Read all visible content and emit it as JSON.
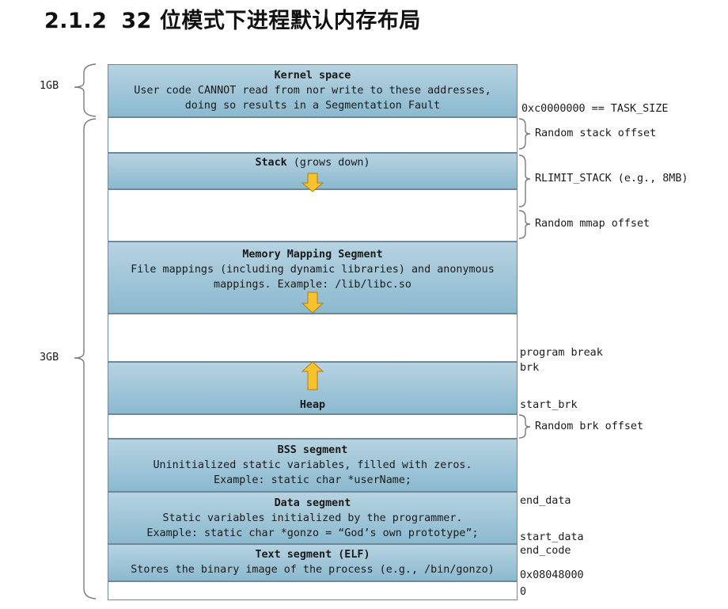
{
  "title": {
    "number": "2.1.2",
    "text": "32 位模式下进程默认内存布局"
  },
  "left_labels": {
    "kernel_size": "1GB",
    "user_size": "3GB"
  },
  "segments": {
    "kernel": {
      "heading": "Kernel space",
      "line1": "User code CANNOT read from nor write to these addresses,",
      "line2": "doing so results in a Segmentation Fault"
    },
    "stack": {
      "heading": "Stack",
      "note": " (grows down)"
    },
    "mmap": {
      "heading": "Memory Mapping Segment",
      "line1": "File mappings (including dynamic libraries) and anonymous",
      "line2": "mappings. Example: /lib/libc.so"
    },
    "heap": {
      "heading": "Heap"
    },
    "bss": {
      "heading": "BSS segment",
      "line1": "Uninitialized static variables, filled with zeros.",
      "line2": "Example: static char *userName;"
    },
    "data": {
      "heading": "Data segment",
      "line1": "Static variables initialized by the programmer.",
      "line2": "Example: static char *gonzo = “God’s own prototype”;"
    },
    "text": {
      "heading": "Text segment (ELF)",
      "line1": "Stores the binary image of the process (e.g., /bin/gonzo)"
    }
  },
  "right_labels": {
    "task_size": "0xc0000000 == TASK_SIZE",
    "random_stack": "Random stack offset",
    "rlimit_stack": "RLIMIT_STACK (e.g., 8MB)",
    "random_mmap": "Random mmap offset",
    "program_break": "program break",
    "brk": "brk",
    "start_brk": "start_brk",
    "random_brk": "Random brk offset",
    "end_data": "end_data",
    "start_data": "start_data",
    "end_code": "end_code",
    "text_start": "0x08048000",
    "zero": "0"
  },
  "colors": {
    "segment_top": "#b6d3e1",
    "segment_bottom": "#8bb9cf",
    "arrow_fill": "#f6c22e",
    "arrow_stroke": "#b27d12",
    "brace": "#7a7a7a"
  }
}
